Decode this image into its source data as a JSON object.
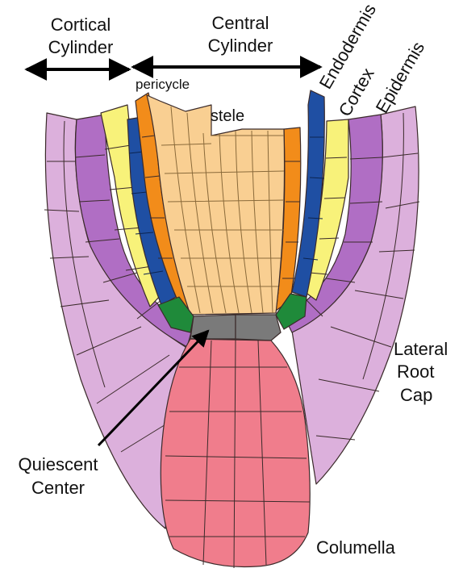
{
  "labels": {
    "cortical_cylinder_line1": "Cortical",
    "cortical_cylinder_line2": "Cylinder",
    "central_cylinder_line1": "Central",
    "central_cylinder_line2": "Cylinder",
    "pericycle": "pericycle",
    "stele": "stele",
    "endodermis": "Endodermis",
    "cortex": "Cortex",
    "epidermis": "Epidermis",
    "lateral_root_cap_line1": "Lateral",
    "lateral_root_cap_line2": "Root",
    "lateral_root_cap_line3": "Cap",
    "quiescent_center_line1": "Quiescent",
    "quiescent_center_line2": "Center",
    "columella": "Columella"
  },
  "colors": {
    "lateral_root_cap": "#dcb0dc",
    "epidermis": "#b06ec4",
    "cortex": "#f8f27a",
    "endodermis": "#1f4fa3",
    "pericycle": "#f28c1a",
    "stele": "#f9cf92",
    "initials": "#1f8a3a",
    "quiescent_center": "#7a7a7a",
    "columella": "#f07d8c",
    "outline": "#3a2a2a"
  }
}
